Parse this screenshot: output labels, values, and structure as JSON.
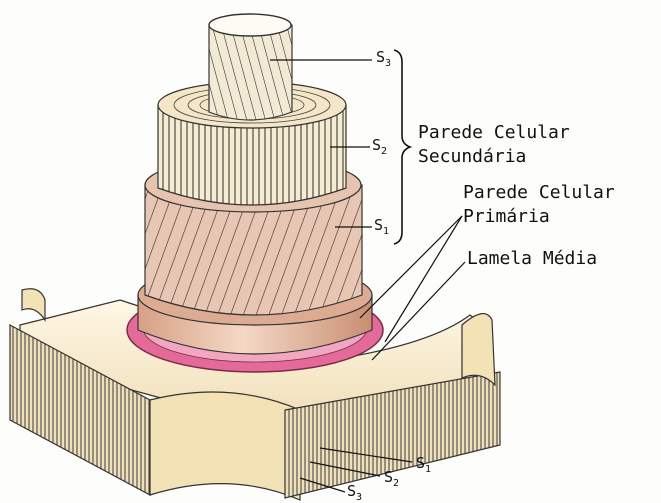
{
  "labels": {
    "s3_top": "S",
    "s3_top_sub": "3",
    "s2_top": "S",
    "s2_top_sub": "2",
    "s1_top": "S",
    "s1_top_sub": "1",
    "secondary_wall_line1": "Parede Celular",
    "secondary_wall_line2": "Secundária",
    "primary_wall_line1": "Parede Celular",
    "primary_wall_line2": "Primária",
    "middle_lamella": "Lamela Média",
    "s1_bottom": "S",
    "s1_bottom_sub": "1",
    "s2_bottom": "S",
    "s2_bottom_sub": "2",
    "s3_bottom": "S",
    "s3_bottom_sub": "3"
  },
  "colors": {
    "wood_light": "#f4e7c4",
    "wood_mid": "#e8cfa0",
    "wood_pink": "#d9b2a0",
    "primary_wall_pink": "#e46a9a",
    "lamella_dark": "#8a4a30",
    "hatching": "#222222"
  }
}
